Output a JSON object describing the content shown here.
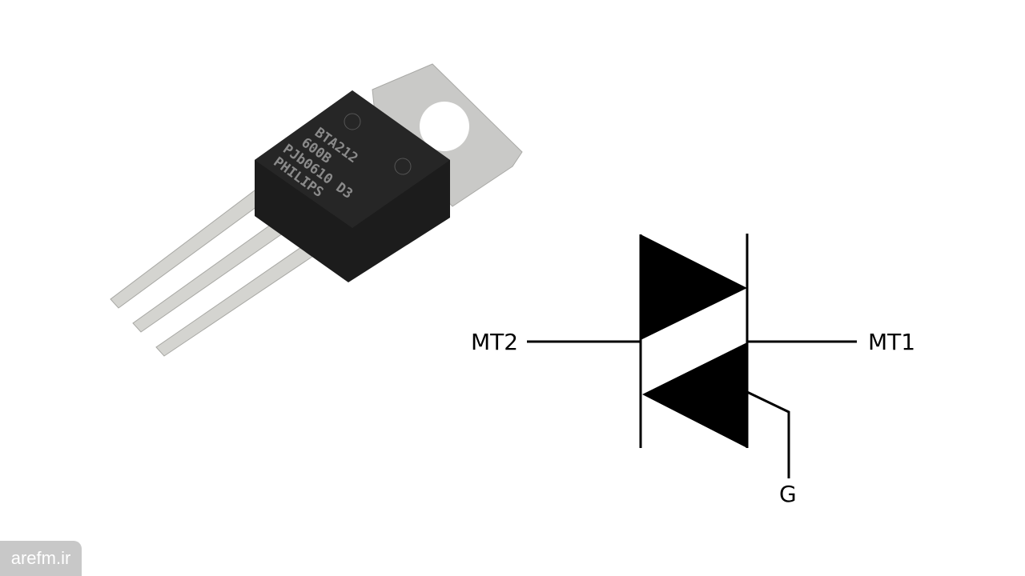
{
  "component_photo": {
    "markings": [
      "BTA212",
      "600B",
      "PJb0610 D3",
      "PHILIPS"
    ]
  },
  "symbol": {
    "terminal_left": "MT2",
    "terminal_right": "MT1",
    "terminal_gate": "G"
  },
  "watermark": "arefm.ir"
}
